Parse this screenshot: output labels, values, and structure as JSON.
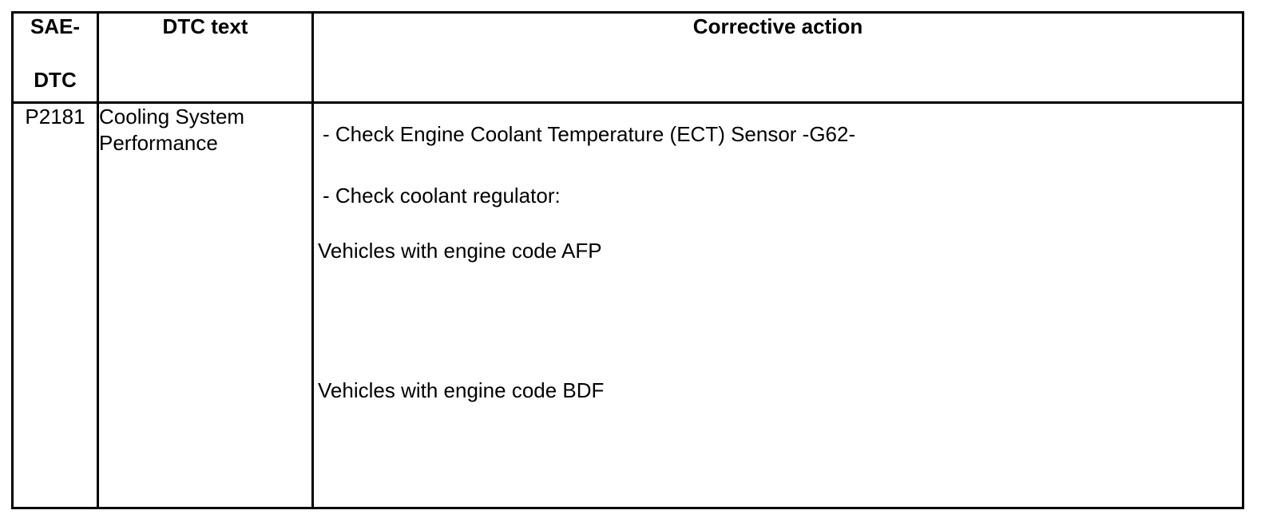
{
  "table": {
    "headers": {
      "sae_line1": "SAE-",
      "sae_line2": "DTC",
      "dtc_text": "DTC text",
      "corrective_action": "Corrective action"
    },
    "rows": [
      {
        "sae_dtc": "P2181",
        "dtc_text": "Cooling System Performance",
        "corrective_actions": [
          "- Check Engine Coolant Temperature (ECT) Sensor -G62-",
          "- Check coolant regulator:",
          "Vehicles with engine code AFP",
          "Vehicles with engine code BDF"
        ]
      }
    ],
    "colors": {
      "text": "#000000",
      "border": "#000000",
      "background": "#ffffff"
    }
  }
}
